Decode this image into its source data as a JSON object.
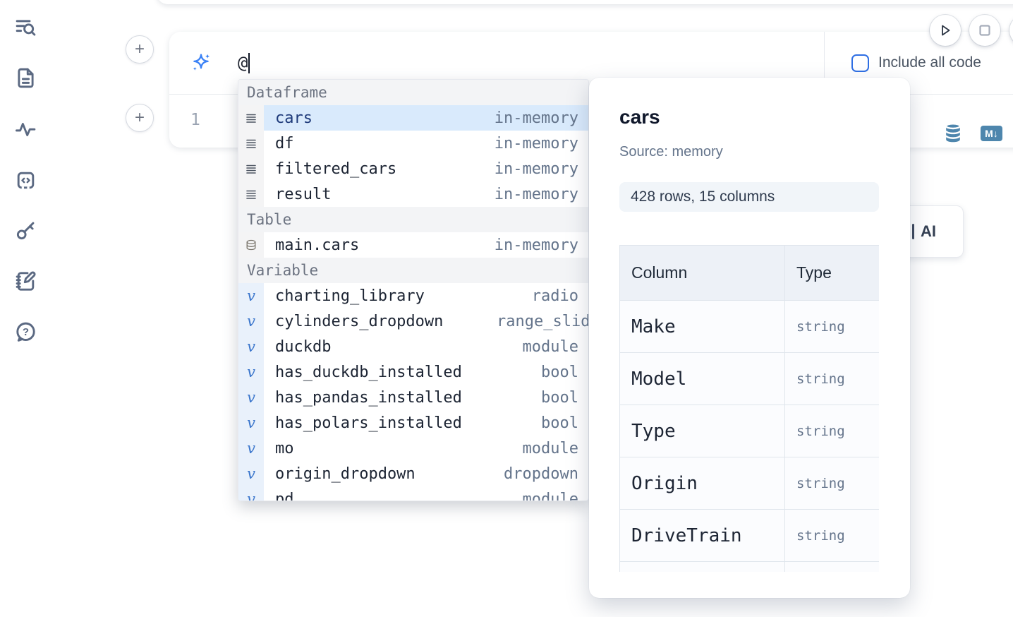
{
  "colors": {
    "accent": "#3b82f6",
    "steel": "#4e86ad",
    "selection-bg": "#d9eafc",
    "checkbox": "#2f6fe4"
  },
  "sidebar": {
    "icons": [
      "list-search-icon",
      "file-text-icon",
      "activity-icon",
      "code-snippets-icon",
      "key-icon",
      "notebook-pen-icon",
      "help-chat-icon"
    ]
  },
  "cell_toolbar": {
    "run_icon": "play-icon",
    "stop_icon": "stop-icon"
  },
  "ai_bar": {
    "value": "@",
    "include_checkbox_label": "Include all code",
    "sparkle_icon": "sparkles-icon"
  },
  "editor": {
    "line_number": "1",
    "database_icon": "database-icon",
    "markdown_icon_label": "M↓"
  },
  "completion": {
    "sections": [
      {
        "label": "Dataframe",
        "items": [
          {
            "name": "cars",
            "type": "in-memory",
            "icon": "dataframe-icon",
            "selected": true
          },
          {
            "name": "df",
            "type": "in-memory",
            "icon": "dataframe-icon"
          },
          {
            "name": "filtered_cars",
            "type": "in-memory",
            "icon": "dataframe-icon"
          },
          {
            "name": "result",
            "type": "in-memory",
            "icon": "dataframe-icon"
          }
        ]
      },
      {
        "label": "Table",
        "items": [
          {
            "name": "main.cars",
            "type": "in-memory",
            "icon": "table-icon"
          }
        ]
      },
      {
        "label": "Variable",
        "items": [
          {
            "name": "charting_library",
            "type": "radio",
            "icon": "variable-icon"
          },
          {
            "name": "cylinders_dropdown",
            "type": "range_slider",
            "icon": "variable-icon",
            "clip": true
          },
          {
            "name": "duckdb",
            "type": "module",
            "icon": "variable-icon"
          },
          {
            "name": "has_duckdb_installed",
            "type": "bool",
            "icon": "variable-icon"
          },
          {
            "name": "has_pandas_installed",
            "type": "bool",
            "icon": "variable-icon"
          },
          {
            "name": "has_polars_installed",
            "type": "bool",
            "icon": "variable-icon"
          },
          {
            "name": "mo",
            "type": "module",
            "icon": "variable-icon"
          },
          {
            "name": "origin_dropdown",
            "type": "dropdown",
            "icon": "variable-icon"
          },
          {
            "name": "pd",
            "type": "module",
            "icon": "variable-icon"
          }
        ]
      }
    ]
  },
  "preview": {
    "title": "cars",
    "source": "Source: memory",
    "shape": "428 rows, 15 columns",
    "table": {
      "headers": [
        "Column",
        "Type"
      ],
      "rows": [
        [
          "Make",
          "string"
        ],
        [
          "Model",
          "string"
        ],
        [
          "Type",
          "string"
        ],
        [
          "Origin",
          "string"
        ],
        [
          "DriveTrain",
          "string"
        ]
      ],
      "has_partial_row": true
    }
  },
  "overlapped_button": {
    "label": "AI"
  }
}
